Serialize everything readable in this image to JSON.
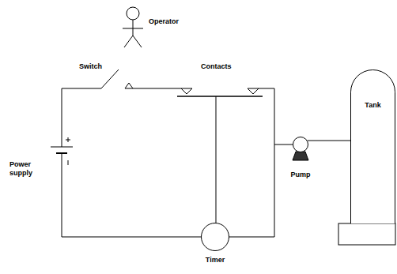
{
  "diagram": {
    "nodes": [
      {
        "text": [
          "Tank"
        ]
      },
      {
        "text": [
          "Pump"
        ]
      },
      {
        "text": [
          "Timer"
        ]
      }
    ],
    "edges": [
      {
        "from": 1,
        "to": 0,
        "arrow": "none"
      },
      {
        "from": 2,
        "to": 1,
        "arrow": "none"
      }
    ],
    "labels": [
      "Operator",
      "Switch",
      "Contacts",
      "Power supply"
    ]
  }
}
